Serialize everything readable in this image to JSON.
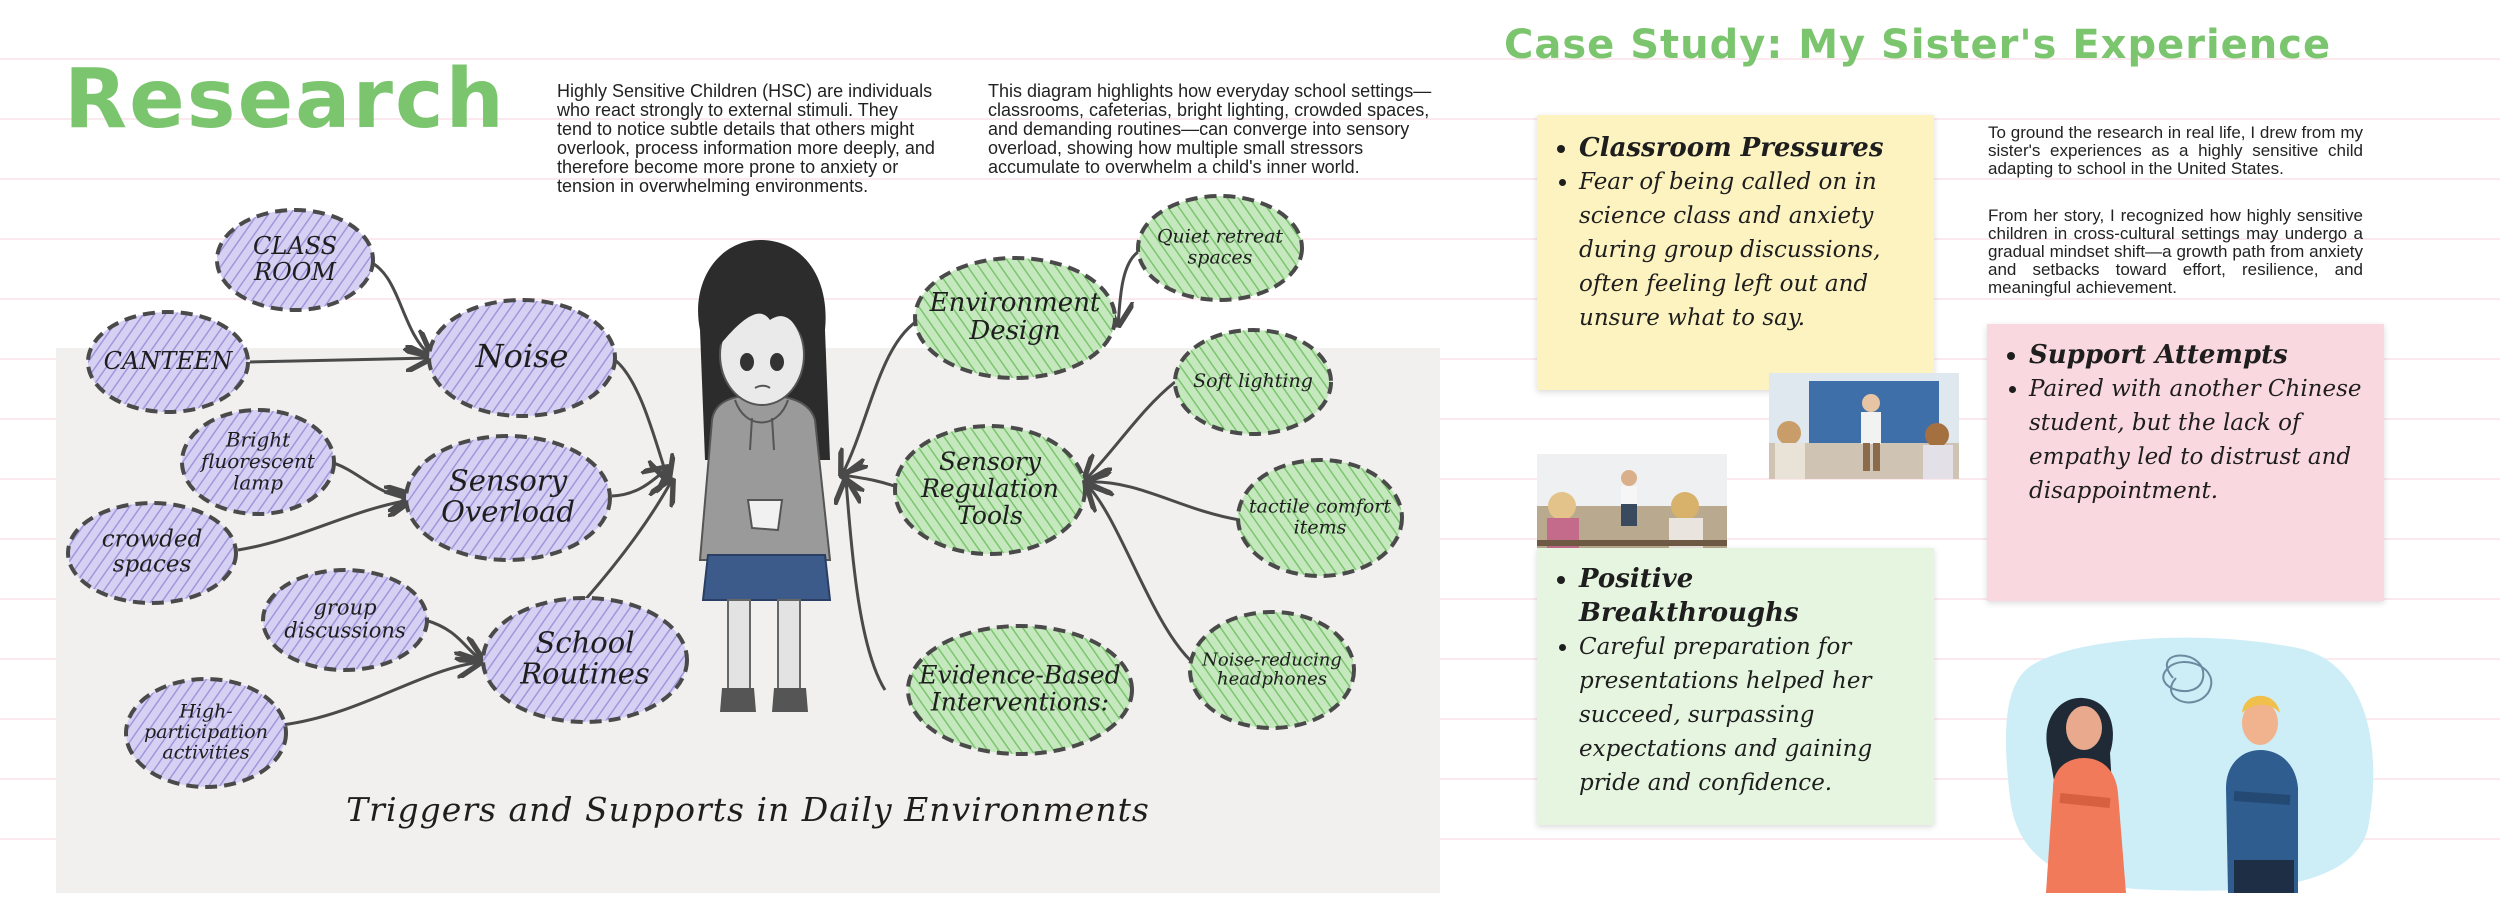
{
  "research": {
    "title": "Research",
    "intro_1": "Highly Sensitive Children (HSC) are individuals who react strongly to external stimuli. They tend to notice subtle details that others might overlook, process information more deeply, and therefore become more prone to anxiety or tension in overwhelming environments.",
    "intro_2": "This diagram highlights how everyday school settings—classrooms, cafeterias, bright lighting, crowded spaces, and demanding routines—can converge into sensory overload, showing how multiple small stressors accumulate to overwhelm a child's inner world."
  },
  "diagram": {
    "caption": "Triggers and Supports in Daily Environments",
    "colors": {
      "trigger_fill": "#c9c3ee",
      "support_fill": "#a9dca0",
      "outline": "#4a4a4a",
      "panel": "#f1f0ee"
    },
    "bubbles": {
      "classroom": "CLASS\nROOM",
      "canteen": "CANTEEN",
      "fluorescent": "Bright\nfluorescent\nlamp",
      "crowded": "crowded\nspaces",
      "group": "group\ndiscussions",
      "participation": "High-\nparticipation\nactivities",
      "noise": "Noise",
      "overload": "Sensory\nOverload",
      "routines": "School\nRoutines",
      "env_design": "Environment\nDesign",
      "regulation": "Sensory\nRegulation\nTools",
      "interventions": "Evidence-Based\nInterventions:",
      "retreat": "Quiet retreat\nspaces",
      "lighting": "Soft lighting",
      "tactile": "tactile comfort\nitems",
      "headphones": "Noise-reducing\nheadphones"
    }
  },
  "case_study": {
    "title": "Case Study: My Sister's Experience",
    "para_1": "To ground the research in real life, I drew from my sister's experiences as a highly sensitive child adapting to school in the United States.",
    "para_2": "From her story, I recognized how highly sensitive children in cross-cultural settings may undergo a gradual mindset shift—a growth path from anxiety and setbacks toward effort, resilience, and meaningful achievement.",
    "classroom_title": "Classroom Pressures",
    "classroom_body": "Fear of being called on in science class and anxiety during group discussions, often feeling left out and unsure what to say.",
    "support_title": "Support Attempts",
    "support_body": "Paired with another Chinese student, but the lack of empathy led to distrust and disappointment.",
    "positive_title": "Positive Breakthroughs",
    "positive_body": "Careful preparation for presentations helped her succeed, surpassing expectations and gaining pride and confidence.",
    "colors": {
      "yellow": "#fdf3c1",
      "pink": "#f9d9df",
      "green": "#e6f5e0",
      "title_green": "#7cc56f"
    }
  }
}
